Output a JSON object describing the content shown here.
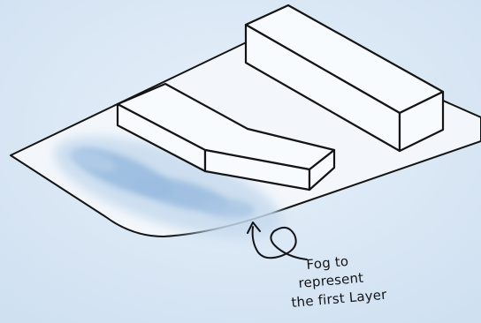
{
  "annotation": {
    "lines": [
      "Fog to",
      "represent",
      "the first Layer"
    ]
  },
  "colors": {
    "background": "#dbe9f6",
    "paper": "#f3f7fb",
    "ink": "#141414",
    "fog_light": "#c6daee",
    "fog_dark": "#9bbde0"
  }
}
